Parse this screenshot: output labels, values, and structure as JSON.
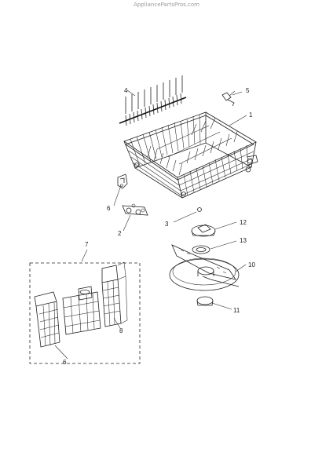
{
  "watermark": "AppliancePartsPros.com",
  "callouts": {
    "c1": "1",
    "c2": "2",
    "c3": "3",
    "c4": "4",
    "c5": "5",
    "c6a": "6",
    "c6b": "6",
    "c7": "7",
    "c8": "8",
    "c10": "10",
    "c11": "11",
    "c12": "12",
    "c13": "13"
  }
}
